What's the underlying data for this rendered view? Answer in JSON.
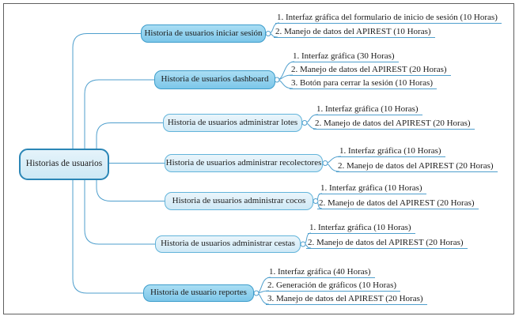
{
  "diagram": {
    "root": {
      "label": "Historias de usuarios"
    },
    "branches": [
      {
        "label": "Historia de usuarios iniciar sesión",
        "tasks": [
          "1. Interfaz gráfica del formulario de inicio de sesión (10 Horas)",
          "2. Manejo de datos del APIREST (10 Horas)"
        ]
      },
      {
        "label": "Historia de usuarios dashboard",
        "tasks": [
          "1. Interfaz gráfica (30 Horas)",
          "2. Manejo de datos del APIREST (20 Horas)",
          "3. Botón para cerrar la sesión (10 Horas)"
        ]
      },
      {
        "label": "Historia de usuarios administrar lotes",
        "tasks": [
          "1. Interfaz gráfica (10 Horas)",
          "2. Manejo de datos del APIREST (20 Horas)"
        ]
      },
      {
        "label": "Historia de usuarios administrar recolectores",
        "tasks": [
          "1. Interfaz gráfica (10 Horas)",
          "2. Manejo de datos del APIREST (20 Horas)"
        ]
      },
      {
        "label": "Historia de usuarios administrar cocos",
        "tasks": [
          "1. Interfaz gráfica (10 Horas)",
          "2. Manejo de datos del APIREST (20 Horas)"
        ]
      },
      {
        "label": "Historia de usuarios administrar cestas",
        "tasks": [
          "1. Interfaz gráfica (10 Horas)",
          "2. Manejo de datos del APIREST (20 Horas)"
        ]
      },
      {
        "label": "Historia de usuario reportes",
        "tasks": [
          "1. Interfaz gráfica (40 Horas)",
          "2. Generación de gráficos (10 Horas)",
          "3. Manejo de datos del APIREST (20 Horas)"
        ]
      }
    ],
    "colors": {
      "line": "#4f9fcd",
      "node_fill_solid": "#7cc6e9",
      "node_fill_pale": "#cfe9f6",
      "node_border": "#3d9dcb",
      "root_border": "#2b86b6",
      "frame_border": "#5f5f5f",
      "text": "#1b1b1b"
    }
  }
}
